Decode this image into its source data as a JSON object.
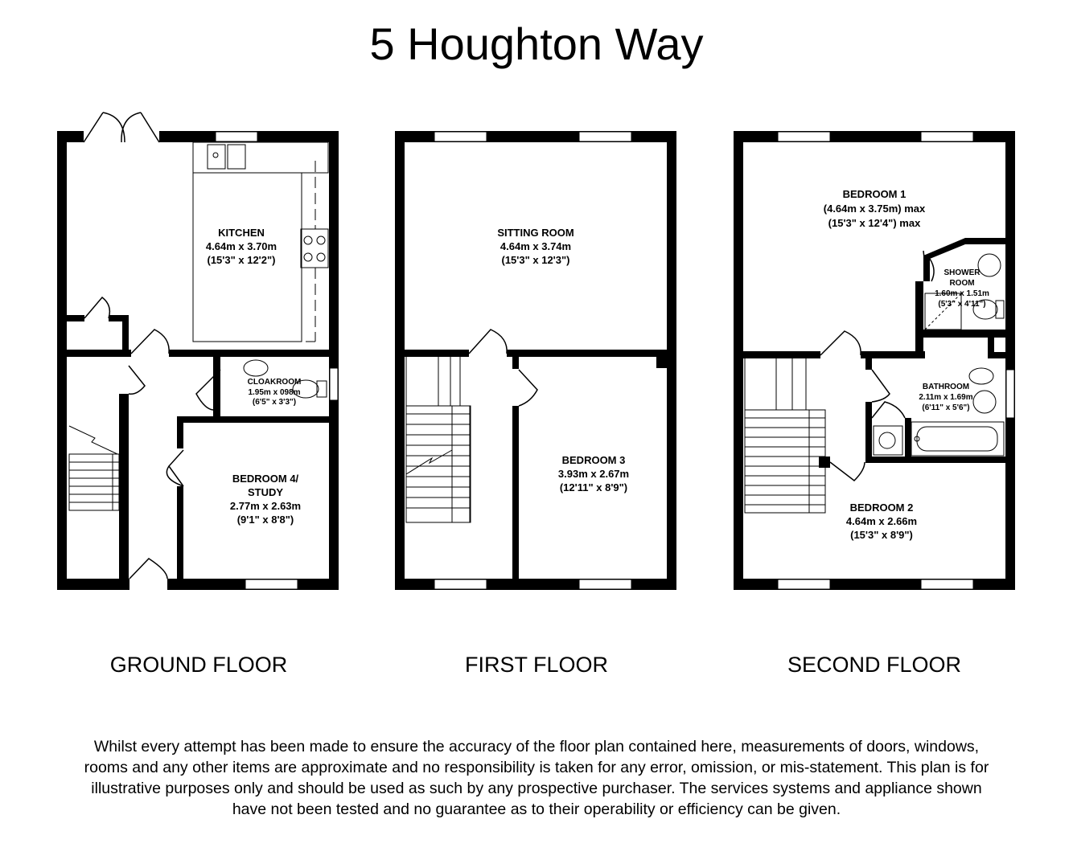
{
  "title": "5 Houghton Way",
  "floors": [
    {
      "label": "GROUND FLOOR"
    },
    {
      "label": "FIRST FLOOR"
    },
    {
      "label": "SECOND FLOOR"
    }
  ],
  "rooms": {
    "kitchen": {
      "name": "KITCHEN",
      "metric": "4.64m x 3.70m",
      "imperial": "(15'3\" x 12'2\")"
    },
    "cloakroom": {
      "name": "CLOAKROOM",
      "metric": "1.95m x 098m",
      "imperial": "(6'5\" x 3'3\")"
    },
    "bedroom4": {
      "name": "BEDROOM 4/",
      "name2": "STUDY",
      "metric": "2.77m x 2.63m",
      "imperial": "(9'1\" x 8'8\")"
    },
    "sitting": {
      "name": "SITTING ROOM",
      "metric": "4.64m x 3.74m",
      "imperial": "(15'3\" x 12'3\")"
    },
    "bedroom3": {
      "name": "BEDROOM 3",
      "metric": "3.93m x 2.67m",
      "imperial": "(12'11\" x 8'9\")"
    },
    "bedroom1": {
      "name": "BEDROOM 1",
      "metric": "(4.64m x 3.75m) max",
      "imperial": "(15'3\" x 12'4\") max"
    },
    "shower": {
      "name": "SHOWER",
      "name2": "ROOM",
      "metric": "1.60m x 1.51m",
      "imperial": "(5'3\" x 4'11\")"
    },
    "bathroom": {
      "name": "BATHROOM",
      "metric": "2.11m x 1.69m",
      "imperial": "(6'11\" x 5'6\")"
    },
    "bedroom2": {
      "name": "BEDROOM 2",
      "metric": "4.64m x 2.66m",
      "imperial": "(15'3\" x 8'9\")"
    }
  },
  "disclaimer": "Whilst every attempt has been made to ensure the accuracy of the floor plan contained here, measurements of doors, windows, rooms and any other items are approximate and no responsibility is taken for any error, omission, or mis-statement. This plan is for illustrative purposes only and should be used as such by any prospective purchaser. The services systems and appliance shown have not been tested and no guarantee as to their operability or efficiency can be given."
}
